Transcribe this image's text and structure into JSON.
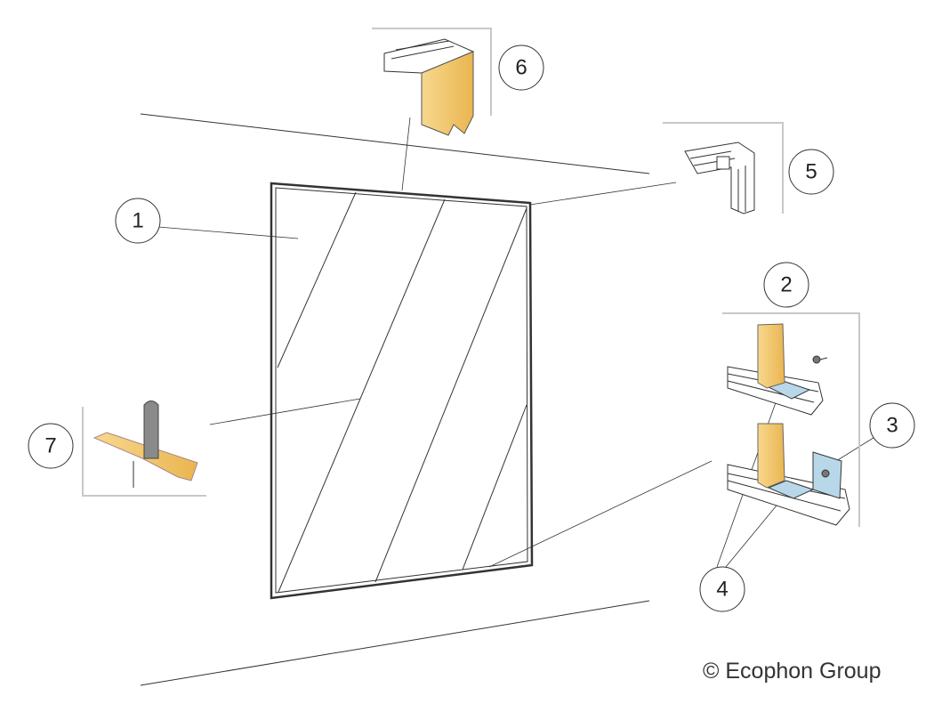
{
  "callouts": [
    {
      "label": "1"
    },
    {
      "label": "2"
    },
    {
      "label": "3"
    },
    {
      "label": "4"
    },
    {
      "label": "5"
    },
    {
      "label": "6"
    },
    {
      "label": "7"
    }
  ],
  "copyright": "© Ecophon Group",
  "colors": {
    "panel_tape": "#f5c86a",
    "line": "#333333",
    "frame_box": "#c8c8c8",
    "clip": "#b8d8ea"
  }
}
